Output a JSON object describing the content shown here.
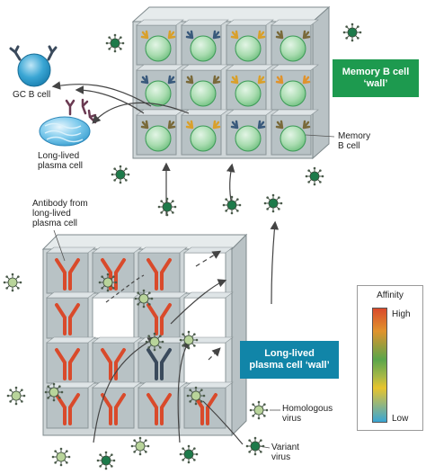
{
  "labels": {
    "gc_b_cell": "GC B cell",
    "long_lived_plasma_cell": "Long-lived\nplasma cell",
    "memory_b_cell": "Memory\nB cell",
    "antibody_from_plasma_cell": "Antibody from\nlong-lived\nplasma cell",
    "homologous_virus": "Homologous\nvirus",
    "variant_virus": "Variant\nvirus"
  },
  "boxes": {
    "memory_wall": "Memory B cell\n‘wall’",
    "plasma_wall": "Long-lived\nplasma cell ‘wall’"
  },
  "legend": {
    "title": "Affinity",
    "high": "High",
    "low": "Low"
  },
  "colors": {
    "memory_cell_fill": "#a9dcb0",
    "memory_cell_edge": "#3a9a55",
    "cube_face": "#cfd6d8",
    "cube_top": "#e6ebec",
    "antibody_high": "#d94a2b",
    "antibody_low": "#5d6f8c",
    "gc_cell": "#3aa6d4",
    "variant_virus": "#1d7a4a",
    "homologous_virus": "#b8d49a",
    "memory_box": "#1d9a4f",
    "plasma_box": "#1185a8"
  }
}
